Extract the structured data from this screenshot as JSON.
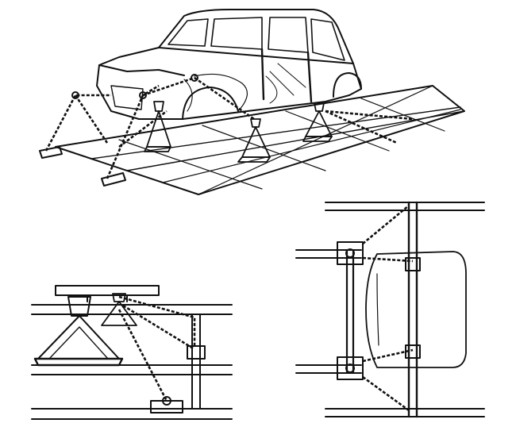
{
  "figure": {
    "panels": [
      {
        "id": "perspective",
        "content": "car-body-on-floor-frame"
      },
      {
        "id": "side",
        "content": "stand-and-chain-detail-side"
      },
      {
        "id": "top",
        "content": "stand-and-chain-detail-top"
      }
    ],
    "icons": {
      "car": "car-body-icon",
      "stand": "support-stand-icon",
      "chain": "tension-chain-icon",
      "clamp": "rail-clamp-icon"
    },
    "colors": {
      "ink": "#111111",
      "paper": "#ffffff"
    }
  }
}
